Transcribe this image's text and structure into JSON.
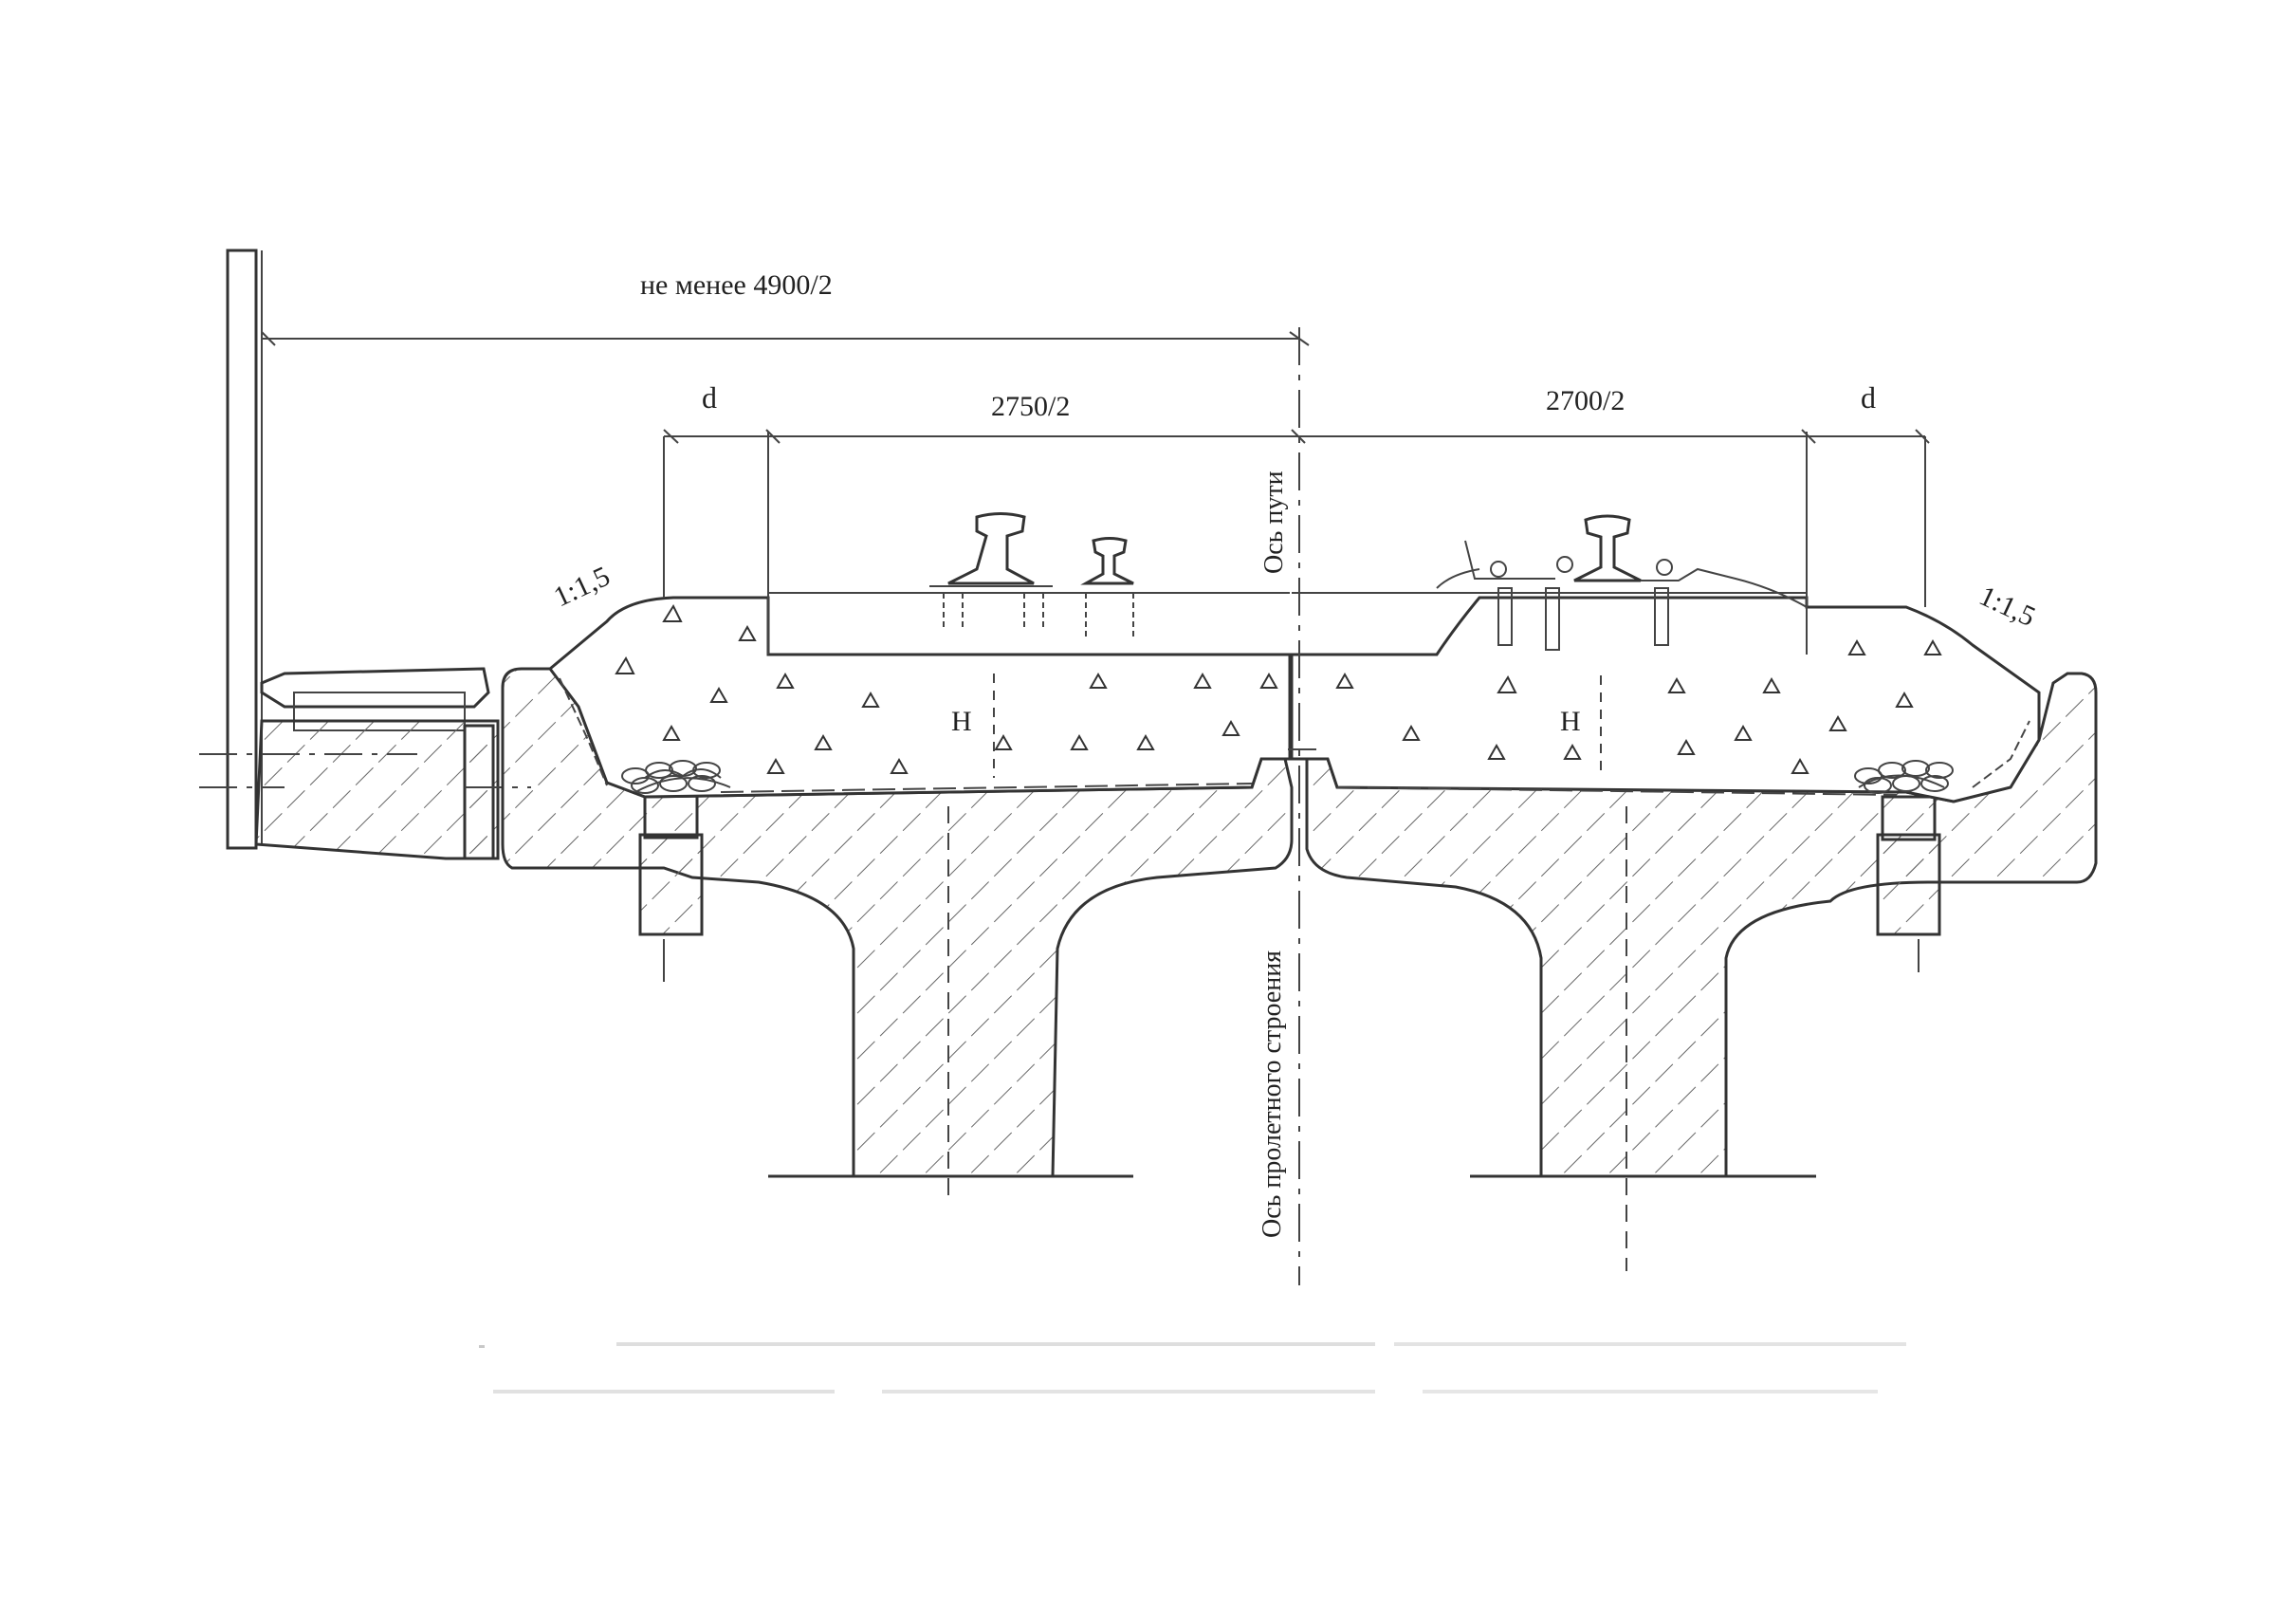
{
  "labels": {
    "min_width": "не менее 4900/2",
    "dim_left": "2750/2",
    "dim_right": "2700/2",
    "d_left": "d",
    "d_right": "d",
    "slope_left": "1:1,5",
    "slope_right": "1:1,5",
    "h_left": "H",
    "h_right": "H",
    "track_axis": "Ось пути",
    "span_axis": "Ось пролетного строения"
  },
  "colors": {
    "ink": "#333333",
    "paper": "#ffffff"
  }
}
